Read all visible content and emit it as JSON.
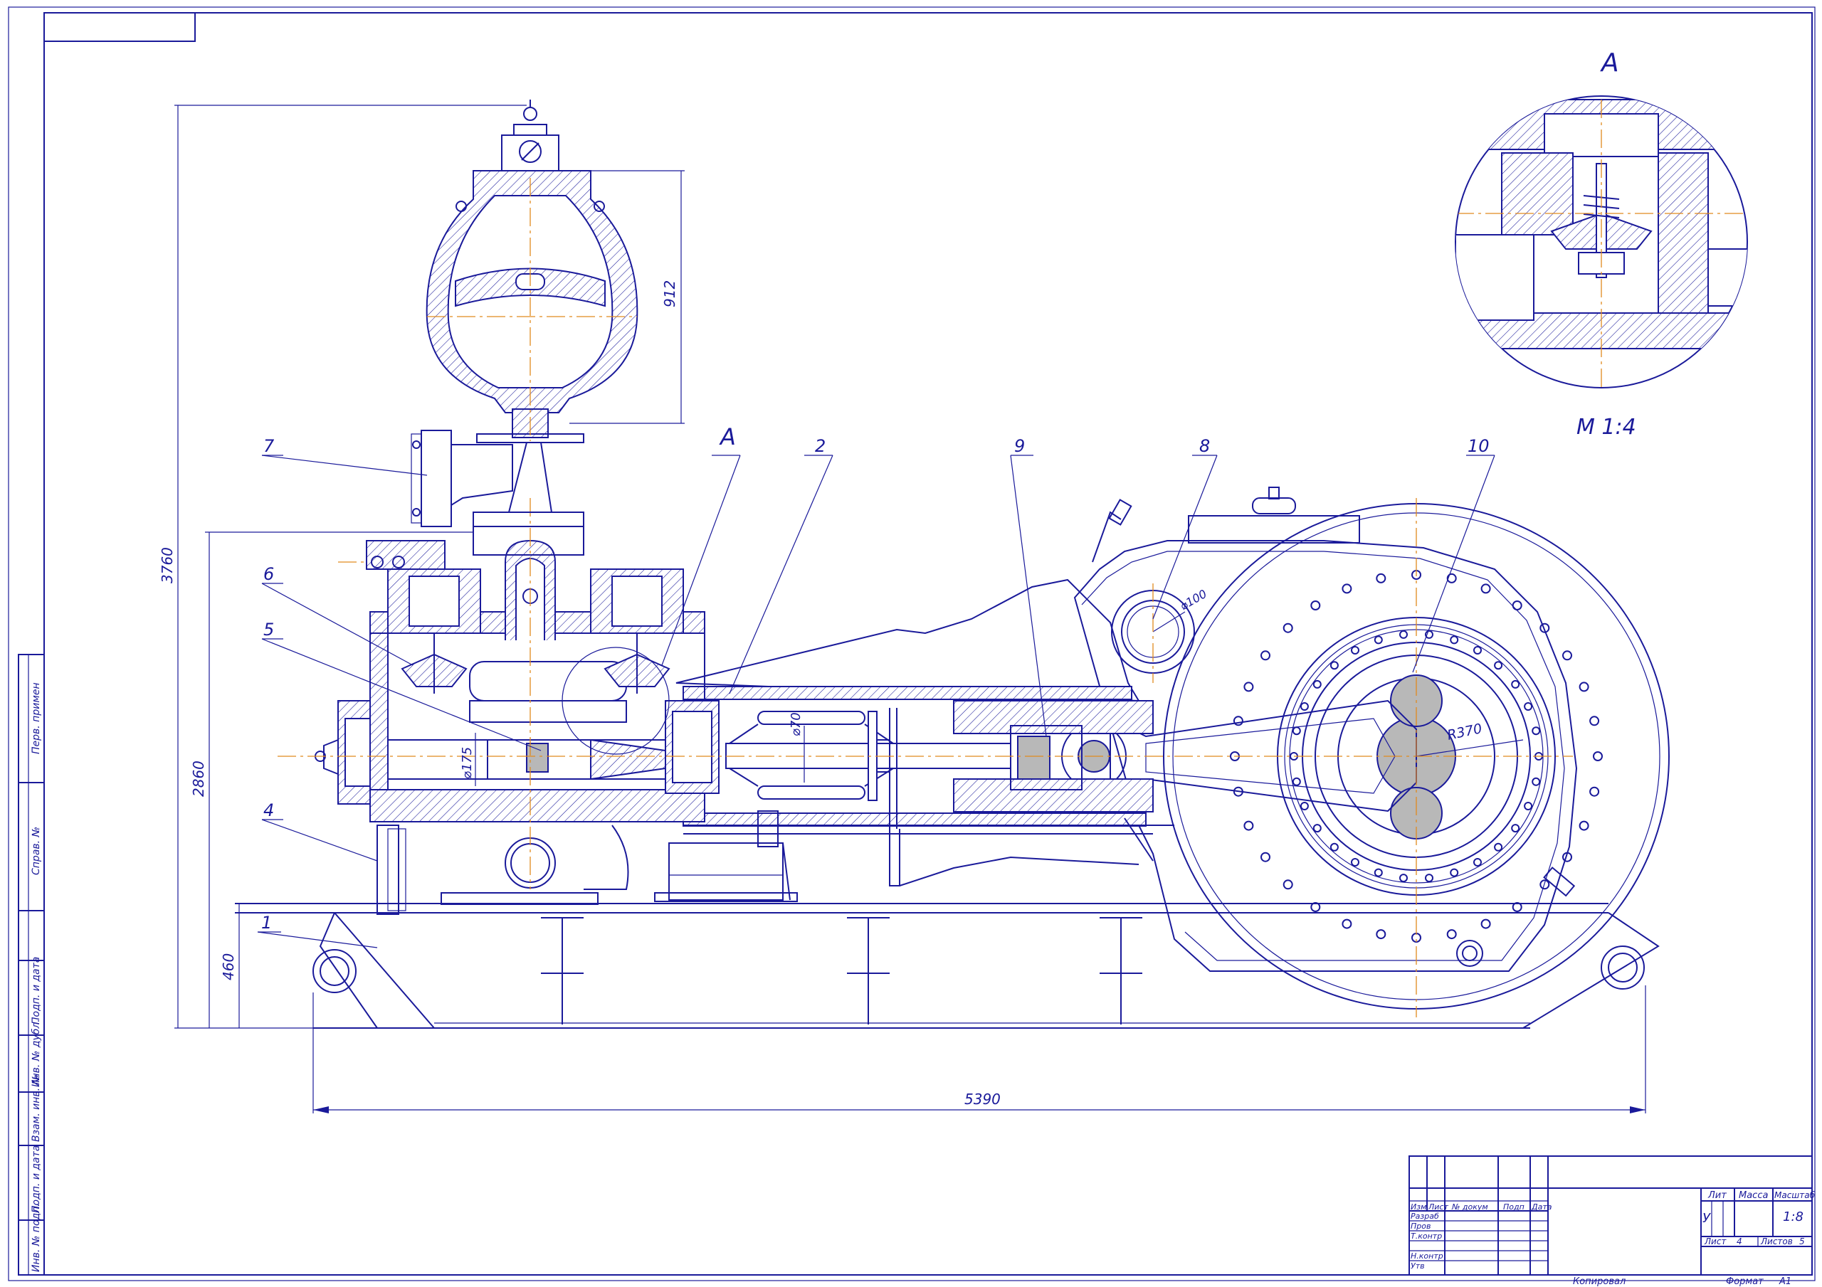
{
  "drawing": {
    "dimensions": {
      "overall_height": "3760",
      "frame_height": "2860",
      "base_height": "460",
      "overall_length": "5390",
      "vessel_height": "912",
      "plunger_dia": "⌀175",
      "rod_dia": "⌀70",
      "gear_radius": "R370",
      "shaft_dia": "⌀100"
    },
    "callouts": [
      "1",
      "2",
      "4",
      "5",
      "6",
      "7",
      "8",
      "9",
      "10"
    ],
    "section_label": "A",
    "detail": {
      "label": "A",
      "scale": "M 1:4"
    }
  },
  "side_stamp": {
    "cells": [
      "Перв. примен",
      "Справ. №",
      "Подп. и дата",
      "Инв. № дубл.",
      "Взам. инв. №",
      "Подп. и дата",
      "Инв. № подл."
    ]
  },
  "title_block": {
    "header": [
      "Изм",
      "Лист",
      "№ докум",
      "Подп",
      "Дата"
    ],
    "roles": [
      "Разраб",
      "Пров",
      "Т.контр",
      "",
      "Н.контр",
      "Утв"
    ],
    "lit_label": "Лит",
    "mass_label": "Масса",
    "scale_label": "Масштаб",
    "lit_value": "У",
    "scale_value": "1:8",
    "sheet_label": "Лист",
    "sheet_value": "4",
    "sheets_label": "Листов",
    "sheets_value": "5",
    "copied": "Копировал",
    "format_label": "Формат",
    "format_value": "А1"
  }
}
